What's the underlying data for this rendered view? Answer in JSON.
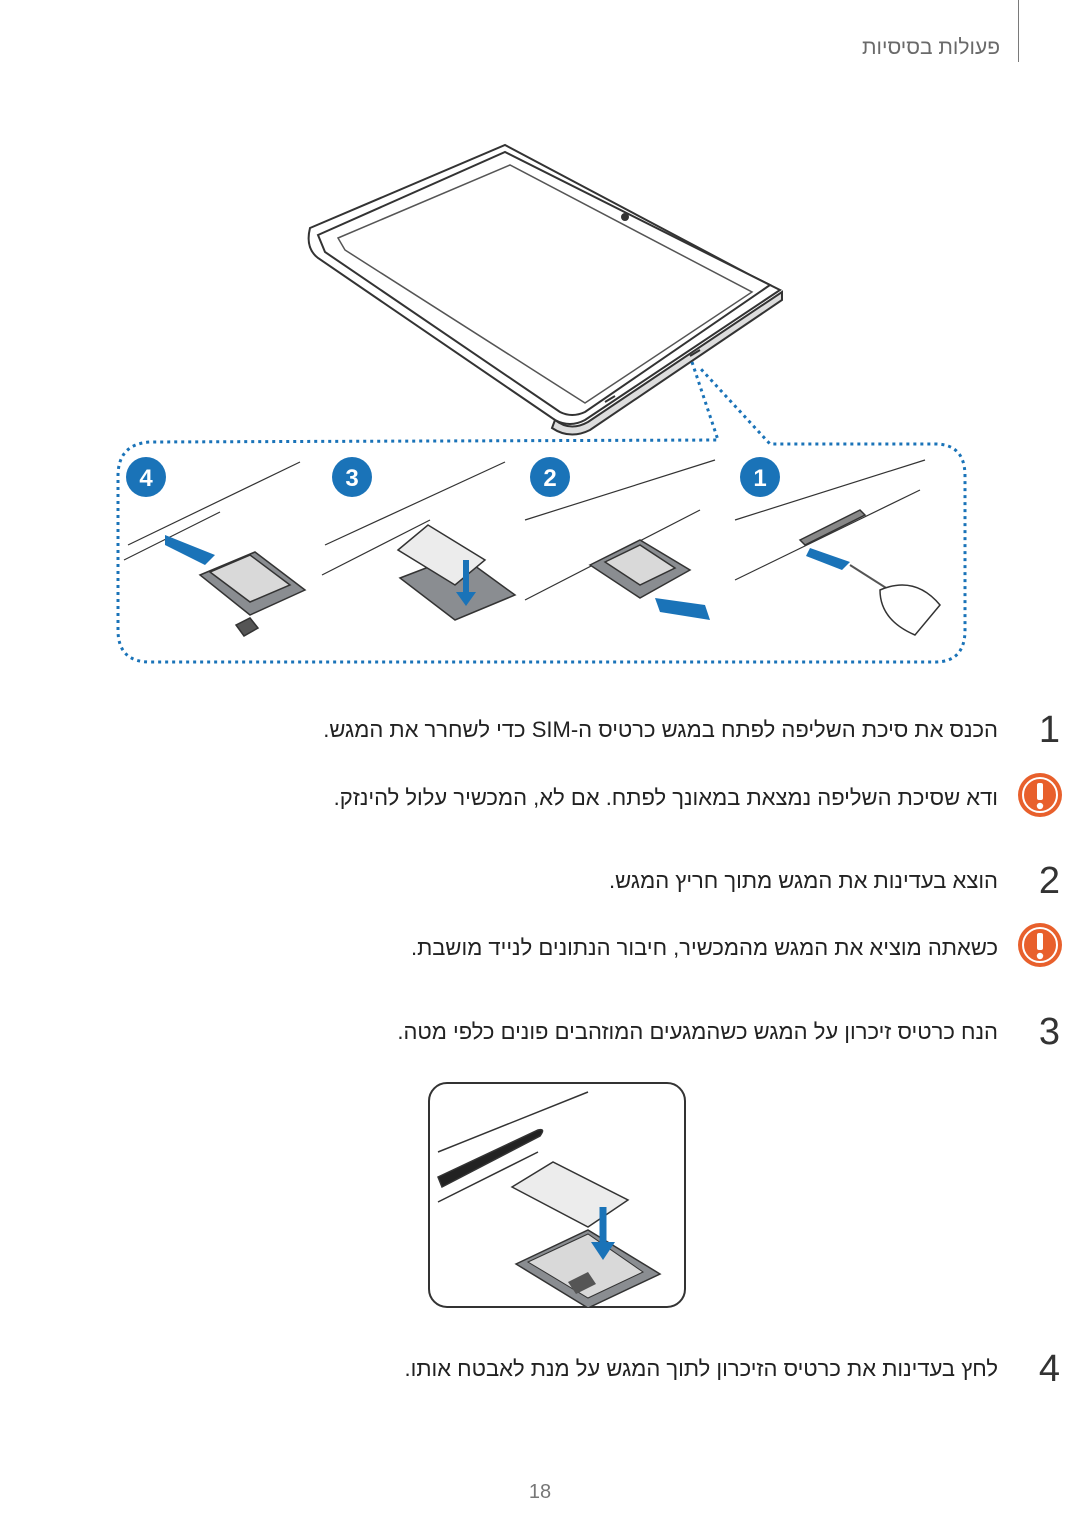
{
  "header": {
    "title": "פעולות בסיסיות"
  },
  "illustration": {
    "step_markers": [
      "4",
      "3",
      "2",
      "1"
    ],
    "accent_color": "#1a73b8"
  },
  "steps": [
    {
      "number": "1",
      "text": "הכנס את סיכת השליפה לפתח במגש כרטיס ה-SIM כדי לשחרר את המגש."
    },
    {
      "number": "2",
      "text": "הוצא בעדינות את המגש מתוך חריץ המגש."
    },
    {
      "number": "3",
      "text": "הנח כרטיס זיכרון על המגש כשהמגעים המוזהבים פונים כלפי מטה."
    },
    {
      "number": "4",
      "text": "לחץ בעדינות את כרטיס הזיכרון לתוך המגש על מנת לאבטח אותו."
    }
  ],
  "cautions": [
    {
      "icon": "caution-icon",
      "text": "ודא שסיכת השליפה נמצאת במאונך לפתח. אם לא, המכשיר עלול להינזק."
    },
    {
      "icon": "caution-icon",
      "text": "כשאתה מוציא את המגש מהמכשיר, חיבור הנתונים לנייד מושבת."
    }
  ],
  "caution_color": "#e8602c",
  "page_number": "18"
}
